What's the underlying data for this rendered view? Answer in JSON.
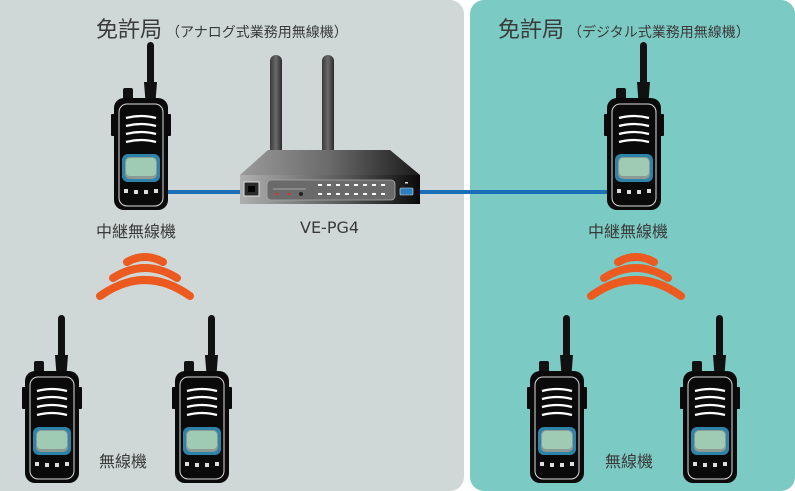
{
  "panels": {
    "left": {
      "title_main": "免許局",
      "title_sub": "（アナログ式業務用無線機）",
      "repeater_label": "中継無線機",
      "handhelds_label": "無線機",
      "color": "#cfd8d6"
    },
    "right": {
      "title_main": "免許局",
      "title_sub": "（デジタル式業務用無線機）",
      "repeater_label": "中継無線機",
      "handhelds_label": "無線機",
      "color": "#7ccac4"
    }
  },
  "gateway": {
    "label": "VE-PG4",
    "icon": "router-icon"
  },
  "colors": {
    "link": "#1a6fb8",
    "signal": "#ec5a1f",
    "text": "#3a3a3a"
  },
  "icons": {
    "radio": "handheld-radio-icon",
    "signal": "signal-waves-icon"
  }
}
